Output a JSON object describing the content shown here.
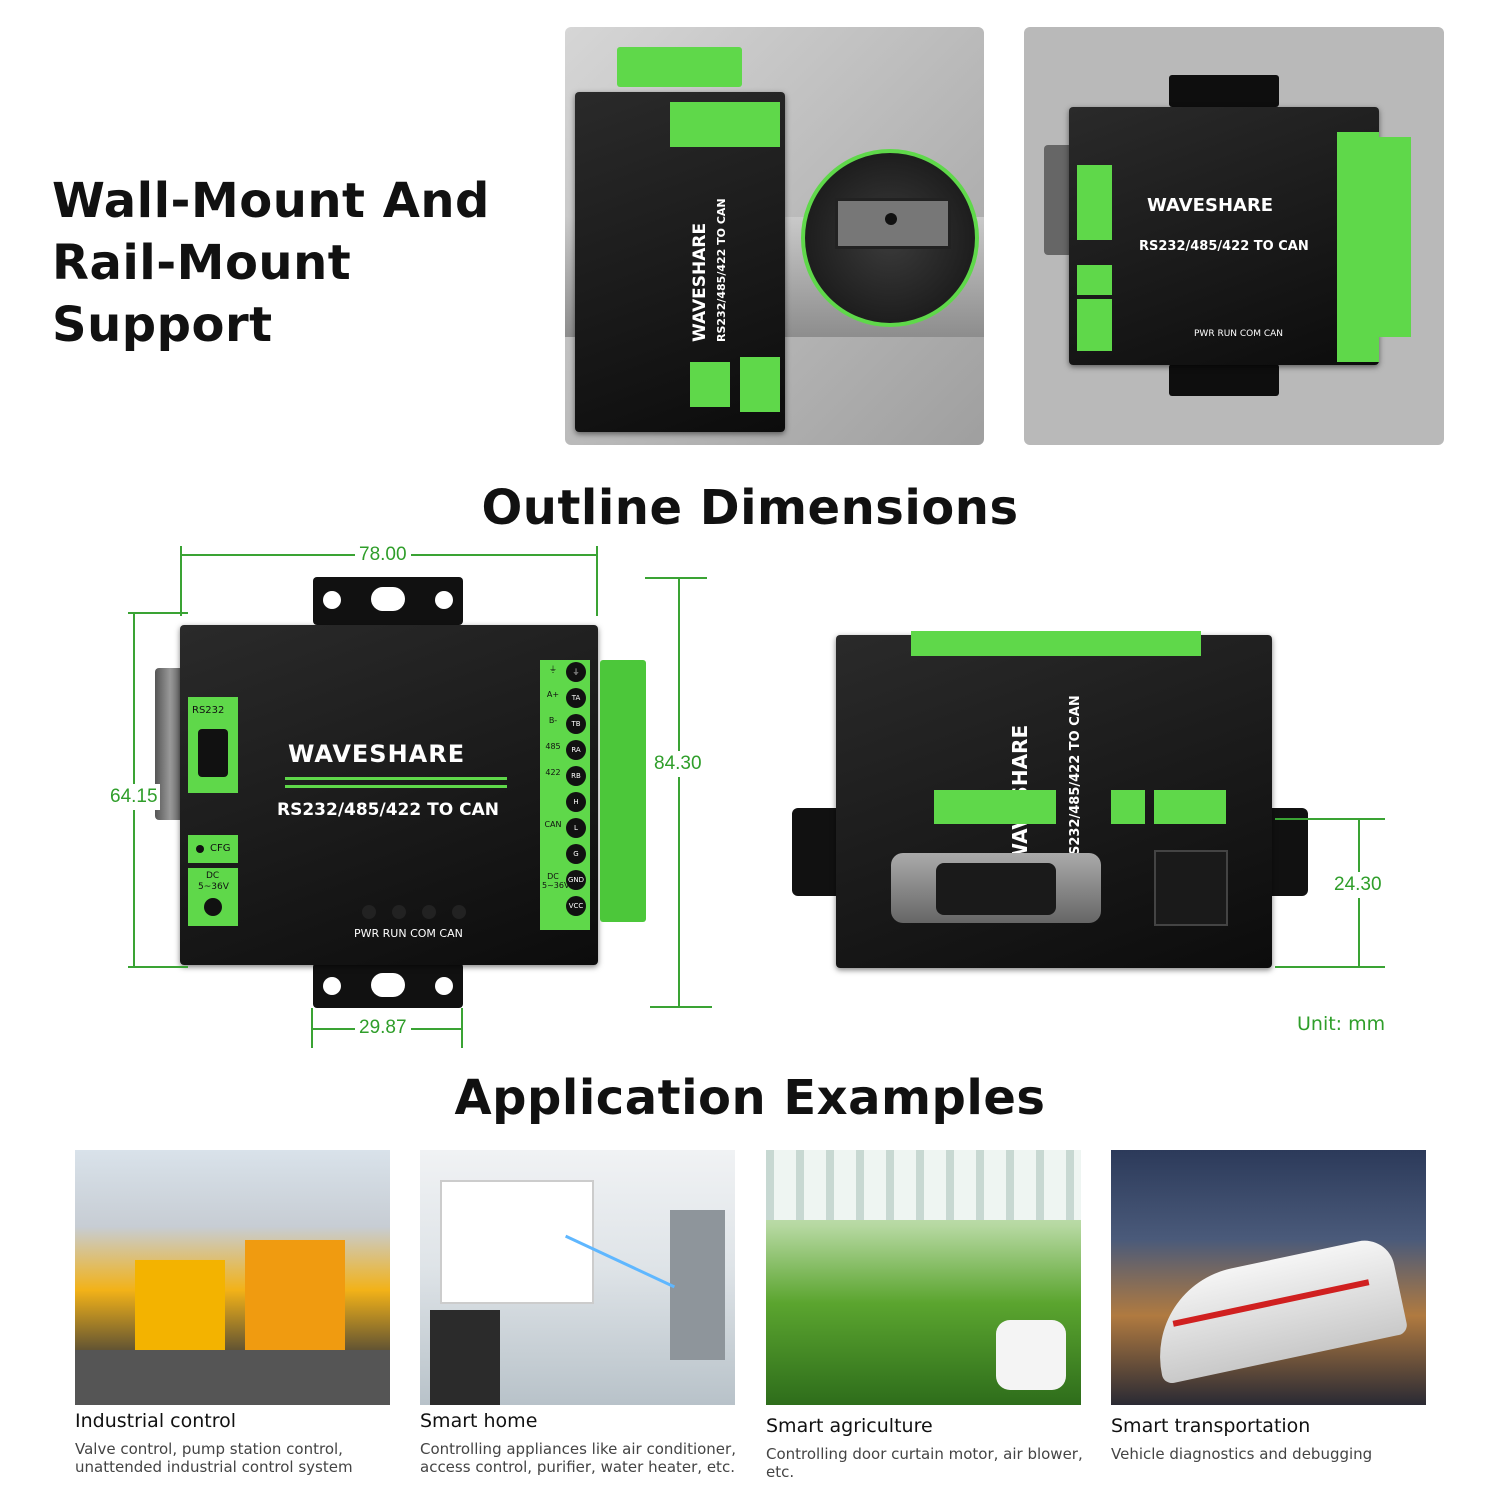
{
  "headings": {
    "mount_line1": "Wall-Mount And",
    "mount_line2": "Rail-Mount Support",
    "outline": "Outline Dimensions",
    "applications": "Application Examples"
  },
  "device": {
    "brand": "WAVESHARE",
    "model": "RS232/485/422 TO CAN",
    "leds": "PWR RUN COM CAN",
    "port_rs232": "RS232",
    "cfg": "CFG",
    "dc_line1": "DC",
    "dc_line2": "5~36V",
    "terminals_left": [
      "⏚",
      "A+",
      "B-",
      "485",
      "422",
      "",
      "CAN",
      "",
      "DC 5~36V",
      ""
    ],
    "terminals_right": [
      "⏚",
      "TA",
      "TB",
      "RA",
      "RB",
      "H",
      "L",
      "G",
      "GND",
      "VCC"
    ]
  },
  "dimensions": {
    "width": "78.00",
    "height_total": "84.30",
    "height_body": "64.15",
    "bracket_width": "29.87",
    "depth": "24.30",
    "unit": "Unit: mm"
  },
  "applications": [
    {
      "title": "Industrial control",
      "desc": "Valve control, pump station control, unattended industrial control system"
    },
    {
      "title": "Smart home",
      "desc": "Controlling appliances like air conditioner, access control, purifier, water heater, etc."
    },
    {
      "title": "Smart agriculture",
      "desc": "Controlling door curtain motor, air blower, etc."
    },
    {
      "title": "Smart transportation",
      "desc": "Vehicle diagnostics and debugging"
    }
  ],
  "colors": {
    "accent_green": "#5fd84a",
    "dimension_green": "#2f9e2a",
    "device_black": "#111111"
  }
}
